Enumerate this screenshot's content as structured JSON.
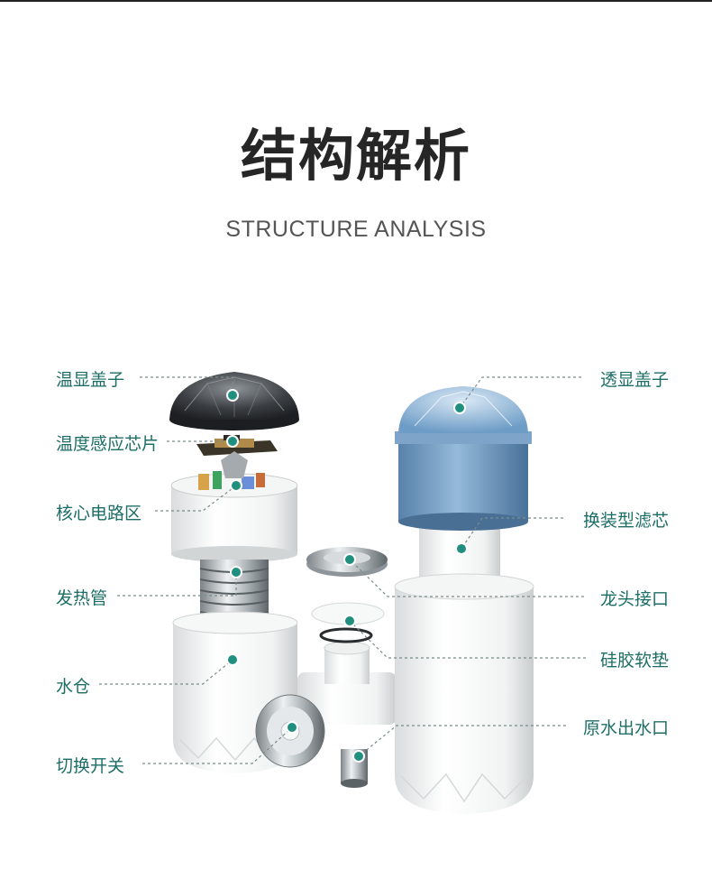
{
  "title": "结构解析",
  "subtitle": "STRUCTURE ANALYSIS",
  "colors": {
    "label_text": "#1d6e66",
    "accent_dot": "#1f8f80",
    "leader_line": "#7a8c8a",
    "filter_blue": "#5f90bf"
  },
  "labels_left": [
    {
      "id": "temp-display-cap",
      "text": "温显盖子"
    },
    {
      "id": "temp-sensor-chip",
      "text": "温度感应芯片"
    },
    {
      "id": "core-circuit",
      "text": "核心电路区"
    },
    {
      "id": "heating-tube",
      "text": "发热管"
    },
    {
      "id": "water-chamber",
      "text": "水仓"
    },
    {
      "id": "switch",
      "text": "切换开关"
    }
  ],
  "labels_right": [
    {
      "id": "transparent-cap",
      "text": "透显盖子"
    },
    {
      "id": "replaceable-filter",
      "text": "换装型滤芯"
    },
    {
      "id": "faucet-connector",
      "text": "龙头接口"
    },
    {
      "id": "silicone-gasket",
      "text": "硅胶软垫"
    },
    {
      "id": "raw-water-outlet",
      "text": "原水出水口"
    }
  ]
}
